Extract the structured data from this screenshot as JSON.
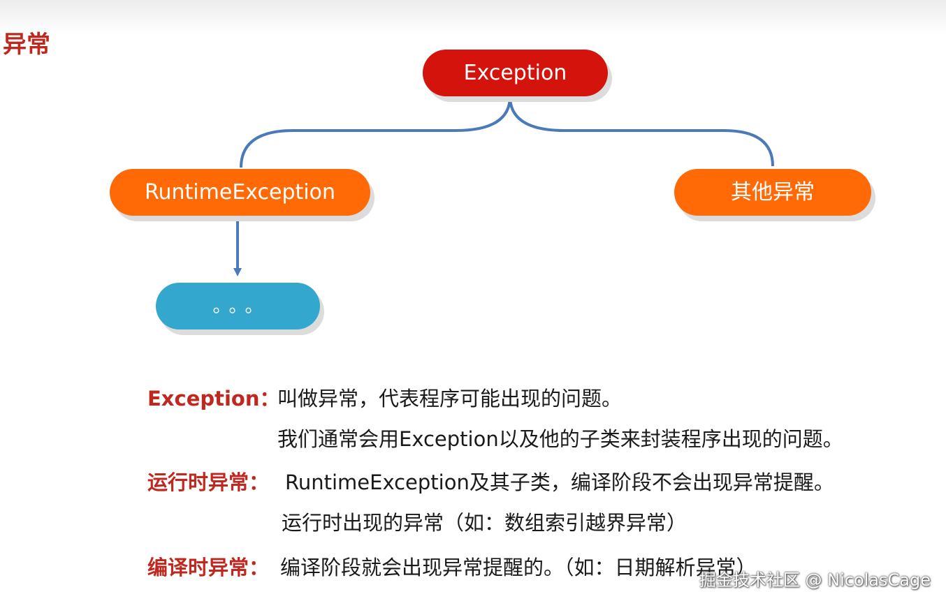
{
  "page": {
    "title": "异常"
  },
  "diagram": {
    "root": {
      "label": "Exception",
      "color": "#d3130c"
    },
    "children": [
      {
        "label": "RuntimeException",
        "color": "#ff6a07"
      },
      {
        "label": "其他异常",
        "color": "#ff6a07"
      }
    ],
    "grandchild": {
      "label": "。。。",
      "color": "#33a7cd"
    },
    "connector_color": "#4a7ab7"
  },
  "notes": [
    {
      "term": "Exception：",
      "lines": [
        "叫做异常，代表程序可能出现的问题。",
        "我们通常会用Exception以及他的子类来封装程序出现的问题。"
      ]
    },
    {
      "term": "运行时异常：",
      "lines": [
        "RuntimeException及其子类，编译阶段不会出现异常提醒。",
        "运行时出现的异常（如：数组索引越界异常）"
      ]
    },
    {
      "term": "编译时异常：",
      "lines": [
        "编译阶段就会出现异常提醒的。（如：日期解析异常）"
      ]
    }
  ],
  "watermark": "掘金技术社区 @ NicolasCage",
  "colors": {
    "accent_red": "#c0271e",
    "text": "#1a1a1a"
  }
}
